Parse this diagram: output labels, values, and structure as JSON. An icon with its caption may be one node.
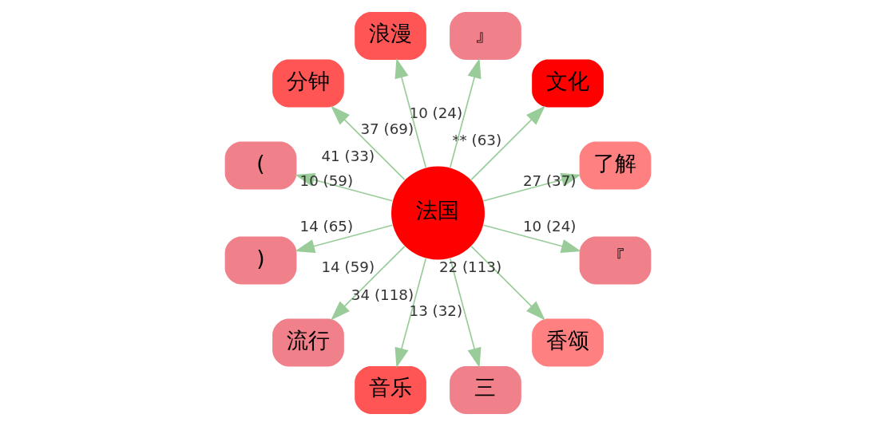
{
  "diagram": {
    "nodes": [
      {
        "text": [
          "了解"
        ]
      },
      {
        "text": [
          "文化"
        ]
      },
      {
        "text": [
          "』"
        ]
      },
      {
        "text": [
          "浪漫"
        ]
      },
      {
        "text": [
          "分钟"
        ]
      },
      {
        "text": [
          "("
        ]
      },
      {
        "text": [
          "法国"
        ]
      },
      {
        "text": [
          ")"
        ]
      },
      {
        "text": [
          "流行"
        ]
      },
      {
        "text": [
          "音乐"
        ]
      },
      {
        "text": [
          "三"
        ]
      },
      {
        "text": [
          "香颂"
        ]
      },
      {
        "text": [
          "『"
        ]
      }
    ],
    "edges": [
      {
        "from": 6,
        "to": 0,
        "arrow": "to",
        "label": "27 (37)"
      },
      {
        "from": 6,
        "to": 1,
        "arrow": "to",
        "label": "** (63)"
      },
      {
        "from": 6,
        "to": 2,
        "arrow": "to",
        "label": "10 (24)"
      },
      {
        "from": 6,
        "to": 3,
        "arrow": "to",
        "label": "37 (69)"
      },
      {
        "from": 6,
        "to": 4,
        "arrow": "to",
        "label": "41 (33)"
      },
      {
        "from": 6,
        "to": 5,
        "arrow": "to",
        "label": "10 (59)"
      },
      {
        "from": 6,
        "to": 7,
        "arrow": "to",
        "label": "14 (65)"
      },
      {
        "from": 6,
        "to": 8,
        "arrow": "to",
        "label": "14 (59)"
      },
      {
        "from": 6,
        "to": 9,
        "arrow": "to",
        "label": "34 (118)"
      },
      {
        "from": 6,
        "to": 10,
        "arrow": "to",
        "label": "13 (32)"
      },
      {
        "from": 6,
        "to": 11,
        "arrow": "to",
        "label": "22 (113)"
      },
      {
        "from": 6,
        "to": 12,
        "arrow": "to",
        "label": "10 (24)"
      }
    ]
  }
}
